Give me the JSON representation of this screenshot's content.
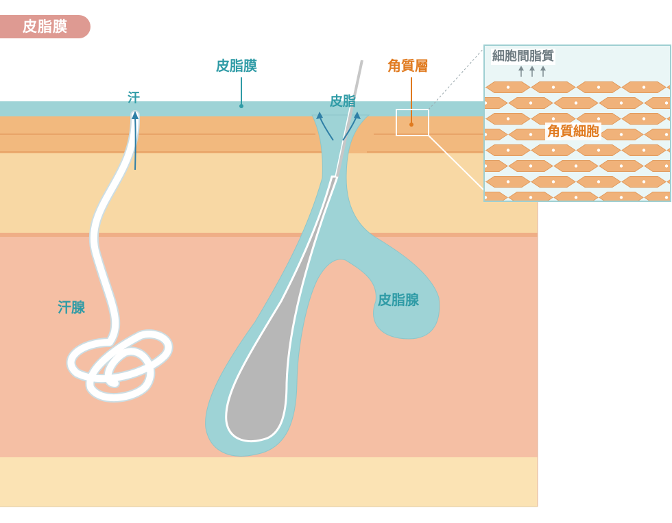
{
  "title_badge": "皮脂膜",
  "labels": {
    "sebum_film": "皮脂膜",
    "sweat": "汗",
    "sebum": "皮脂",
    "stratum_corneum": "角質層",
    "sweat_gland": "汗腺",
    "sebaceous_gland": "皮脂腺"
  },
  "inset": {
    "intercellular_lipids": "細胞間脂質",
    "corneocytes": "角質細胞"
  },
  "colors": {
    "sebum_film": "#9ed3d6",
    "epidermis_outer": "#f2b97e",
    "epidermis_inner": "#f8d8a4",
    "dermis": "#f5bfa4",
    "subcutis": "#fbe3b4",
    "label_teal": "#2f9ba6",
    "label_orange": "#e07a1f",
    "badge": "#de9a92"
  }
}
